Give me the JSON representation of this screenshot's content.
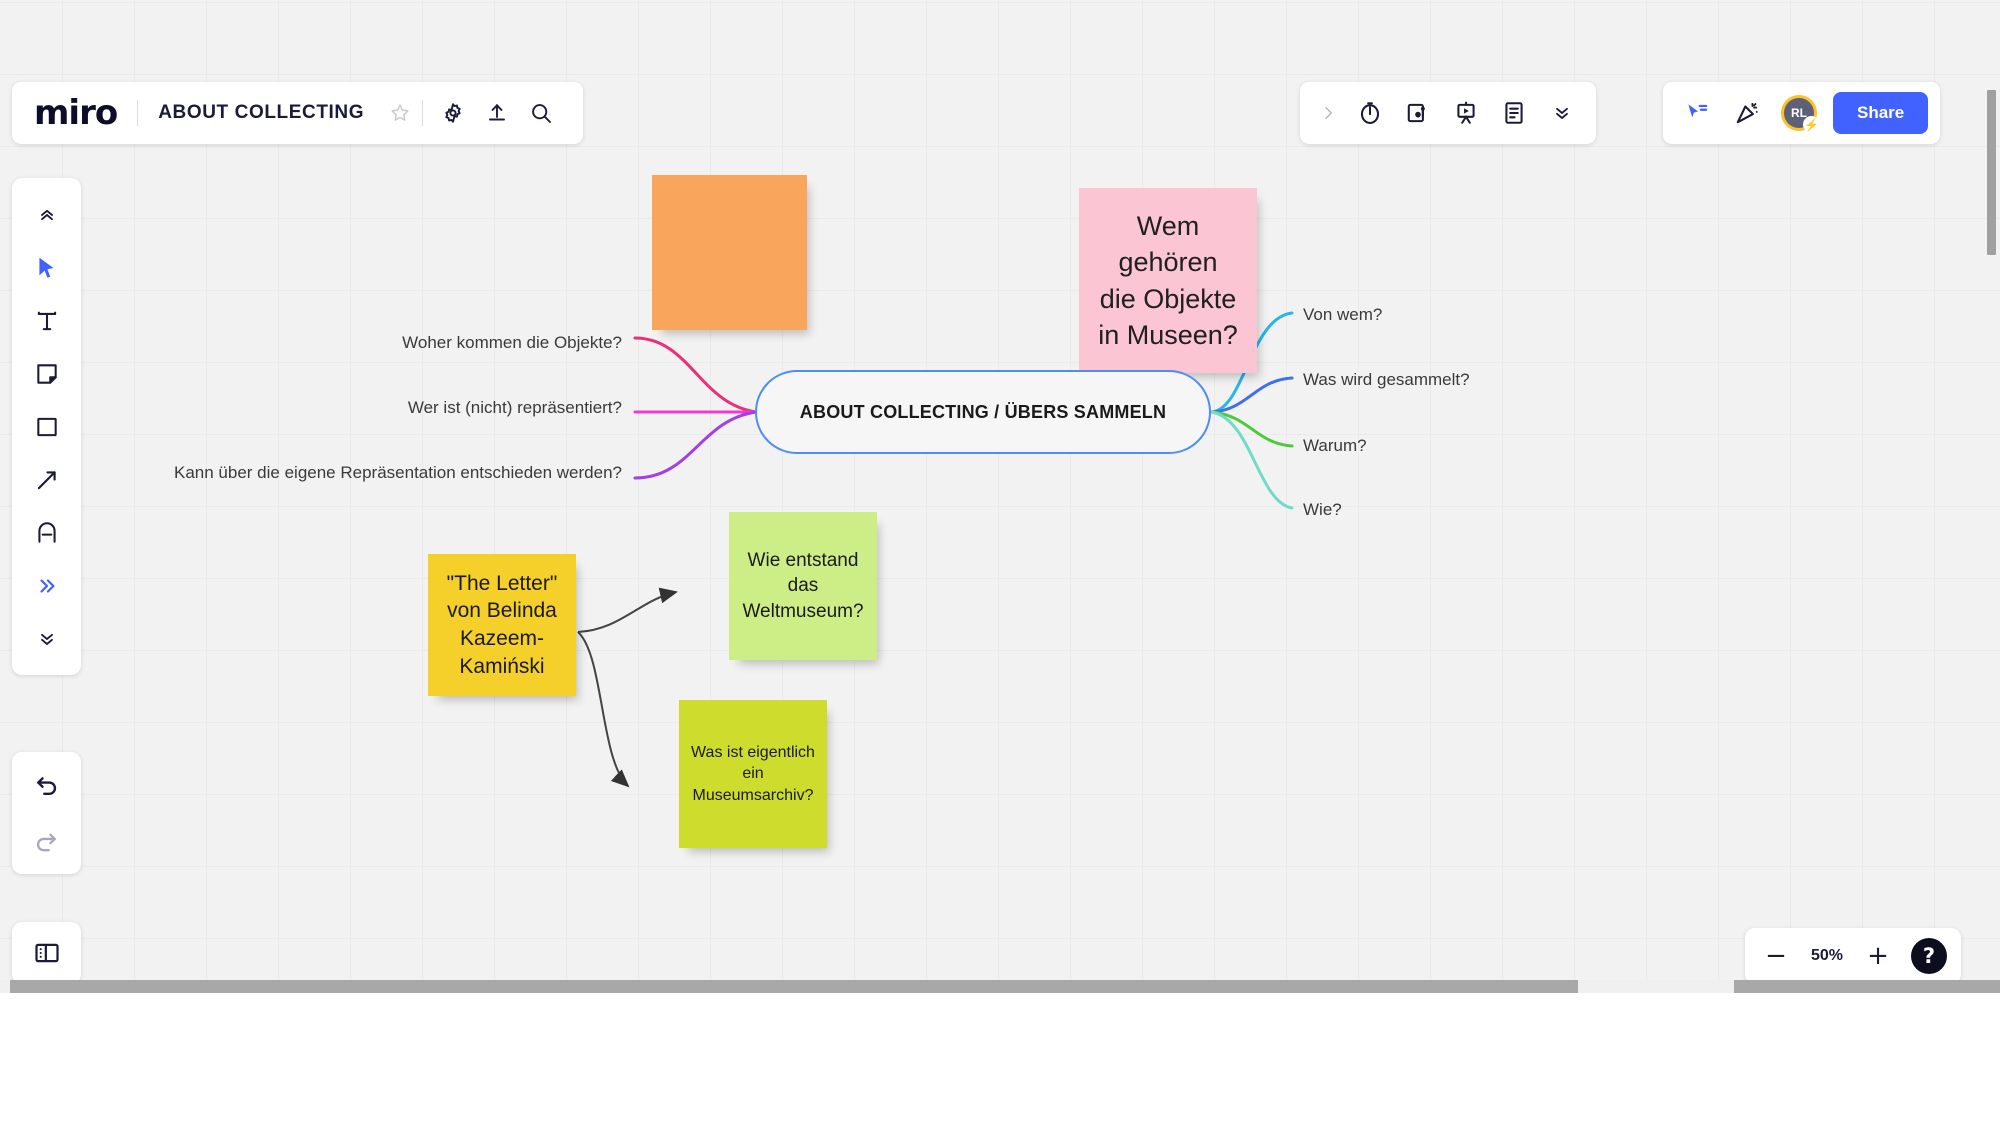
{
  "header": {
    "logo": "miro",
    "board_title": "ABOUT COLLECTING",
    "star_icon": "star-icon",
    "settings_icon": "gear-icon",
    "upload_icon": "upload-icon",
    "search_icon": "search-icon",
    "expand_icon": "chevron-right-icon",
    "center_tools": [
      {
        "name": "timer-icon",
        "label": "Timer"
      },
      {
        "name": "video-chat-icon",
        "label": "Video chat"
      },
      {
        "name": "presentation-icon",
        "label": "Presentation mode"
      },
      {
        "name": "notes-icon",
        "label": "Notes"
      }
    ],
    "more_icon": "chevron-double-down-icon",
    "cursor_share_icon": "cursor-follow-icon",
    "celebrate_icon": "confetti-wand-icon",
    "avatar_initials": "RL",
    "avatar_badge_icon": "lightning-bolt-icon",
    "share_label": "Share"
  },
  "toolbar": {
    "collapse_up_icon": "chevron-double-up-icon",
    "items": [
      {
        "name": "tool-select",
        "icon": "cursor-icon",
        "label": "Select",
        "active": true
      },
      {
        "name": "tool-text",
        "icon": "text-icon",
        "label": "Text",
        "active": false
      },
      {
        "name": "tool-sticky-note",
        "icon": "sticky-note-icon",
        "label": "Sticky note",
        "active": false
      },
      {
        "name": "tool-shape",
        "icon": "square-icon",
        "label": "Shape",
        "active": false
      },
      {
        "name": "tool-connector",
        "icon": "arrow-icon",
        "label": "Connection line",
        "active": false
      },
      {
        "name": "tool-frame",
        "icon": "frame-icon",
        "label": "Frame",
        "active": false
      }
    ],
    "more_apps_icon": "chevron-double-right-icon",
    "expand_down_icon": "chevron-double-down-icon",
    "undo_icon": "undo-icon",
    "redo_icon": "redo-icon",
    "panel_toggle_icon": "side-panel-icon"
  },
  "zoom": {
    "minus_label": "−",
    "level": "50%",
    "plus_label": "+",
    "help_label": "?"
  },
  "board": {
    "central_node": {
      "label": "ABOUT COLLECTING / ÜBERS SAMMELN",
      "border_color": "#4c8ef7"
    },
    "sticky_notes": [
      {
        "name": "sticky-note-orange",
        "text": "",
        "color": "#f9a55b"
      },
      {
        "name": "sticky-note-pink",
        "text": "Wem\ngehören\ndie Objekte\nin Museen?",
        "color": "#fbc5d4"
      },
      {
        "name": "sticky-note-yellow",
        "text": "\"The Letter\"\nvon Belinda\nKazeem-\nKamiński",
        "color": "#f5cf2a"
      },
      {
        "name": "sticky-note-green-light",
        "text": "Wie entstand\ndas\nWeltmuseum?",
        "color": "#cdee86"
      },
      {
        "name": "sticky-note-green-dark",
        "text": "Was ist eigentlich\nein\nMuseumsarchiv?",
        "color": "#cedd2d"
      }
    ],
    "branches_left": [
      {
        "label": "Woher kommen die Objekte?",
        "color": "#ec2f78"
      },
      {
        "label": "Wer ist (nicht) repräsentiert?",
        "color": "#f23ad0"
      },
      {
        "label": "Kann über die eigene Repräsentation entschieden werden?",
        "color": "#a040e8"
      }
    ],
    "branches_right": [
      {
        "label": "Von wem?",
        "color": "#27b6e8"
      },
      {
        "label": "Was wird gesammelt?",
        "color": "#3e6ff0"
      },
      {
        "label": "Warum?",
        "color": "#4ec93c"
      },
      {
        "label": "Wie?",
        "color": "#6fdcc5"
      }
    ]
  }
}
